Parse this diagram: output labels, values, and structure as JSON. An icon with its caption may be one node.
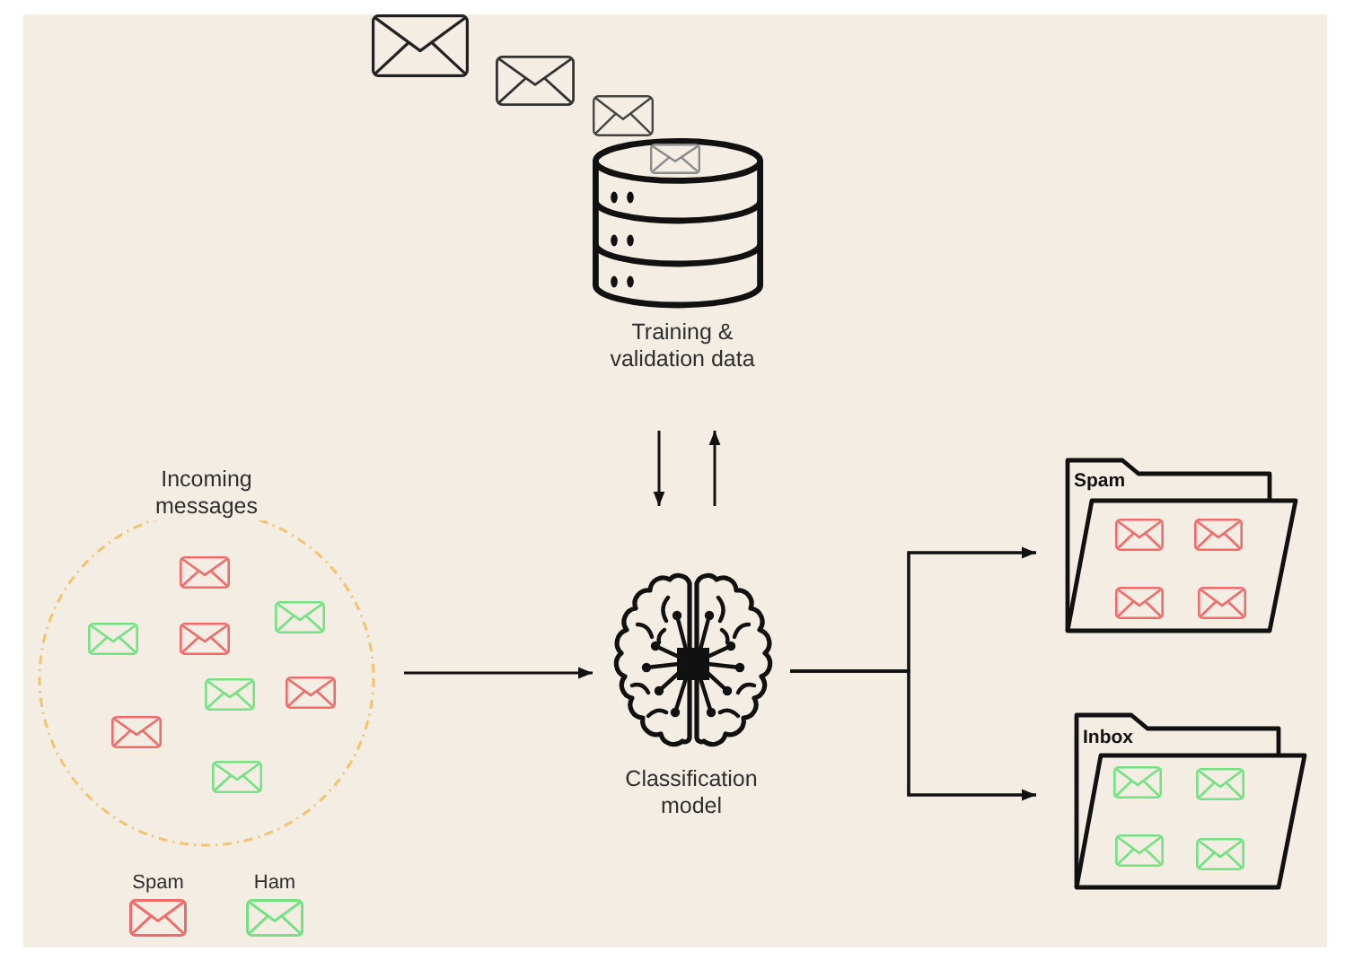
{
  "diagram": {
    "nodes": [
      {
        "text": [
          "Incoming messages"
        ]
      },
      {
        "text": [
          "Training & validation data"
        ]
      },
      {
        "text": [
          "Classification model"
        ]
      },
      {
        "text": [
          "Spam"
        ]
      },
      {
        "text": [
          "Inbox"
        ]
      }
    ],
    "edges": [
      {
        "from": 0,
        "to": 2,
        "arrow": "to"
      },
      {
        "from": 1,
        "to": 2,
        "arrow": "to"
      },
      {
        "from": 2,
        "to": 1,
        "arrow": "to"
      },
      {
        "from": 2,
        "to": 3,
        "arrow": "to"
      },
      {
        "from": 2,
        "to": 4,
        "arrow": "to"
      }
    ],
    "legend": [
      {
        "text": "Spam",
        "color": "#f26b6b"
      },
      {
        "text": "Ham",
        "color": "#74e283"
      }
    ]
  }
}
